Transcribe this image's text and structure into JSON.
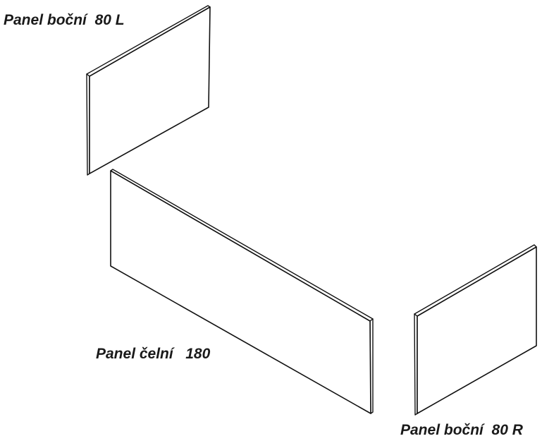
{
  "labels": {
    "side_left": "Panel boční  80 L",
    "front": "Panel čelní   180",
    "side_right": "Panel boční  80 R"
  }
}
